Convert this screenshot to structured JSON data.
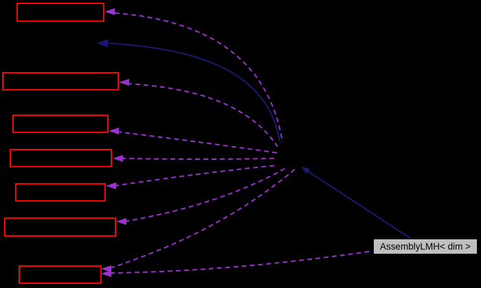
{
  "diagram": {
    "kind": "collaboration-graph",
    "background": "#000000",
    "colors": {
      "node_border": "#ff0000",
      "node_fill": "#000000",
      "usage_edge": "#9a32cd",
      "inheritance_edge": "#191970",
      "current_node_fill": "#bfbfbf",
      "current_node_border": "#000000",
      "label_color": "#000000"
    },
    "current_node": {
      "label": "AssemblyLMH< dim >"
    },
    "related_nodes": [
      {
        "id": "node-1",
        "label": ""
      },
      {
        "id": "node-2",
        "label": ""
      },
      {
        "id": "node-3",
        "label": ""
      },
      {
        "id": "node-4",
        "label": ""
      },
      {
        "id": "node-5",
        "label": ""
      },
      {
        "id": "node-6",
        "label": ""
      },
      {
        "id": "node-7",
        "label": ""
      }
    ],
    "edges": [
      {
        "to": "node-1",
        "type": "usage",
        "style": "dashed"
      },
      {
        "to": "node-2",
        "type": "usage",
        "style": "dashed"
      },
      {
        "to": "node-3",
        "type": "usage",
        "style": "dashed"
      },
      {
        "to": "node-4",
        "type": "usage",
        "style": "dashed"
      },
      {
        "to": "node-5",
        "type": "usage",
        "style": "dashed"
      },
      {
        "to": "node-6",
        "type": "usage",
        "style": "dashed"
      },
      {
        "to": "node-7",
        "type": "usage",
        "style": "dashed"
      },
      {
        "from": "current-node",
        "to": "node-7",
        "type": "usage",
        "style": "dashed"
      },
      {
        "to": "hidden-base",
        "type": "inheritance",
        "style": "solid"
      },
      {
        "from": "current-node",
        "type": "inheritance",
        "style": "solid"
      }
    ]
  }
}
